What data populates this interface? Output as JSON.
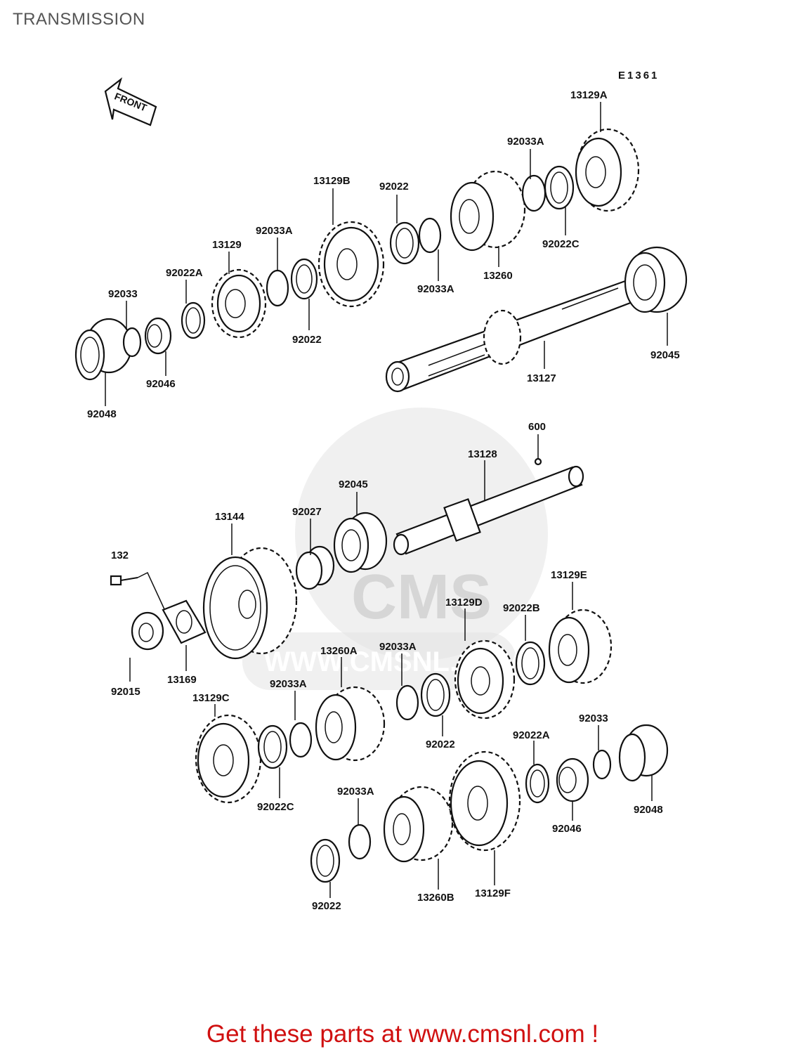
{
  "page": {
    "title": "TRANSMISSION",
    "diagram_code": "E1361",
    "front_label": "FRONT",
    "footer_link": "Get these parts at www.cmsnl.com !",
    "watermark_text": "CMS",
    "watermark_url": "WWW.CMSNL.COM"
  },
  "parts": {
    "p13129A": "13129A",
    "p92033A_1": "92033A",
    "p92022C_1": "92022C",
    "p13260": "13260",
    "p92022_1": "92022",
    "p92033A_2": "92033A",
    "p13129B": "13129B",
    "p92033A_3": "92033A",
    "p92022_2": "92022",
    "p13129": "13129",
    "p92022A_1": "92022A",
    "p92033_1": "92033",
    "p92046_1": "92046",
    "p92048_1": "92048",
    "p92045_1": "92045",
    "p13127": "13127",
    "p600": "600",
    "p13128": "13128",
    "p92045_2": "92045",
    "p92027": "92027",
    "p13144": "13144",
    "p132": "132",
    "p92015": "92015",
    "p13169": "13169",
    "p13129E": "13129E",
    "p13129D": "13129D",
    "p92022B": "92022B",
    "p13260A": "13260A",
    "p92033A_4": "92033A",
    "p92033A_5": "92033A",
    "p13129C": "13129C",
    "p92022C_2": "92022C",
    "p92022_3": "92022",
    "p92022A_2": "92022A",
    "p92033_2": "92033",
    "p92046_2": "92046",
    "p92048_2": "92048",
    "p92033A_6": "92033A",
    "p92022_4": "92022",
    "p13260B": "13260B",
    "p13129F": "13129F"
  },
  "colors": {
    "footer_link": "#d01010",
    "title": "#555555",
    "ink": "#111111"
  }
}
